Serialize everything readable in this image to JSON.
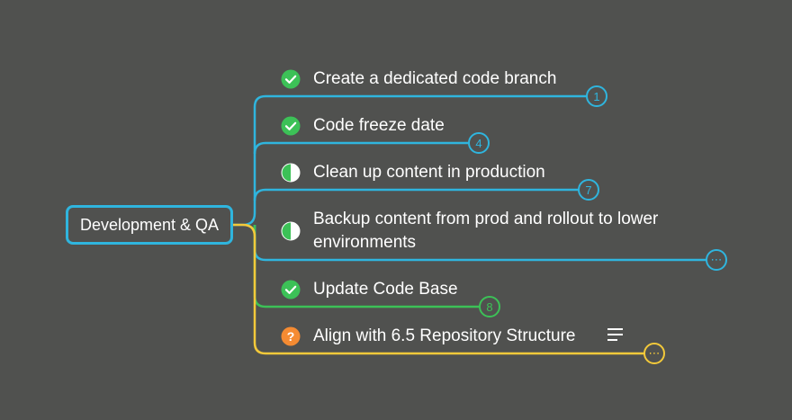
{
  "root": {
    "label": "Development & QA"
  },
  "topics": [
    {
      "label": "Create a dedicated code branch",
      "status": "done",
      "badge": "1",
      "branch_color": "#2fb5de"
    },
    {
      "label": "Code freeze date",
      "status": "done",
      "badge": "4",
      "branch_color": "#2fb5de"
    },
    {
      "label": "Clean up content in production",
      "status": "in-progress",
      "badge": "7",
      "branch_color": "#2fb5de"
    },
    {
      "label": "Backup content from prod and rollout to lower environments",
      "status": "in-progress",
      "badge": "⋯",
      "branch_color": "#2fb5de"
    },
    {
      "label": "Update Code Base",
      "status": "done",
      "badge": "8",
      "branch_color": "#3cc157"
    },
    {
      "label": "Align with 6.5 Repository Structure",
      "status": "question",
      "badge": "⋯",
      "branch_color": "#f3c93a",
      "has_notes": true
    }
  ],
  "colors": {
    "background": "#50514f",
    "blue": "#2fb5de",
    "green": "#3cc157",
    "yellow": "#f3c93a",
    "done_icon": "#3cc157",
    "question_icon": "#f58b32"
  },
  "icons": {
    "done": "check-circle-icon",
    "in_progress": "half-circle-icon",
    "question": "question-circle-icon",
    "notes": "notes-icon"
  }
}
